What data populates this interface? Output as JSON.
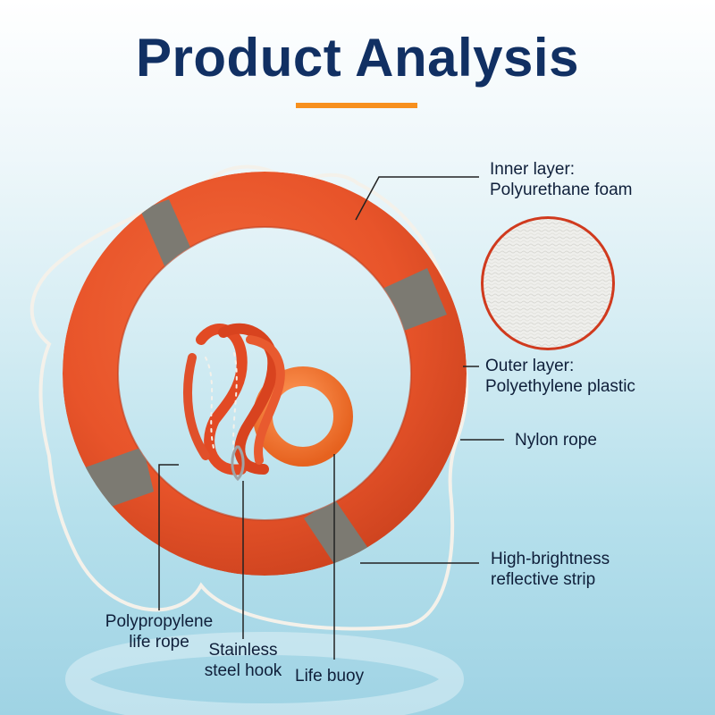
{
  "title": "Product Analysis",
  "colors": {
    "title": "#113063",
    "accent": "#f7901e",
    "buoy_orange": "#e8542a",
    "reflective_strip": "#7c7a72",
    "rope": "#f4f1ea"
  },
  "labels": {
    "inner_layer": {
      "line1": "Inner layer:",
      "line2": "Polyurethane foam"
    },
    "outer_layer": {
      "line1": "Outer layer:",
      "line2": "Polyethylene plastic"
    },
    "nylon_rope": "Nylon rope",
    "reflective_strip": {
      "line1": "High-brightness",
      "line2": "reflective strip"
    },
    "life_rope": {
      "line1": "Polypropylene",
      "line2": "life rope"
    },
    "steel_hook": {
      "line1": "Stainless",
      "line2": "steel hook"
    },
    "life_buoy": "Life buoy"
  }
}
